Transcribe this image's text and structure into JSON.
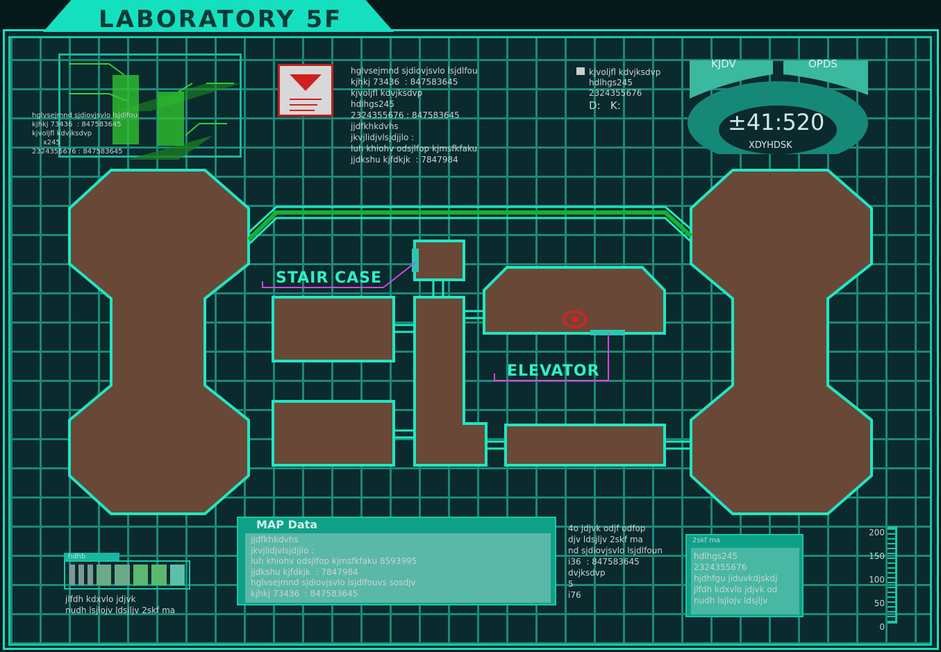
{
  "title": "LABORATORY 5F",
  "labels": {
    "stair": "STAIR CASE",
    "elevator": "ELEVATOR"
  },
  "chart_panel": {
    "lines": [
      "hglvsejmnd sjdiovjsvlo lsjdlfou",
      "kjhkj 73436  : 847583645",
      "kjvoljfl kdvjksdvp",
      "     x245",
      "2324355676 : 847583645"
    ]
  },
  "info_top": [
    "hglvsejmnd sjdiovjsvlo lsjdlfou",
    "kjhkj 73436  : 847583645",
    "kjvoljfl kdvjksdvp",
    "hdlhgs245",
    "2324355676 : 847583645",
    "jjdfkhkdvhs",
    "jkvjlidjvlsjdjjlo :",
    "luh khiohv odsjlfop kjmsfkfaku",
    "jjdkshu kjfdkjk  : 7847984"
  ],
  "info_right": [
    "kjvoljfl kdvjksdvp",
    "hdlhgs245",
    "2324355676",
    "D:   K:"
  ],
  "timer": {
    "left": "KJDV",
    "right": "OPDS",
    "value": "41:520",
    "sub": "XDYHDSK"
  },
  "map_data": {
    "title": "MAP Data",
    "lines": [
      "jjdfkhkdvhs",
      "jkvjlidjvlsjdjjlo :",
      "luh khiohv odsjlfop kjmsfkfaku 8593995",
      "jjdkshu kjfdkjk  : 7847984",
      "hglvsejmnd sjdiovjsvlo lsjdlfouvs sosdjv",
      "kjhkj 73436  : 847583645"
    ]
  },
  "info_bottom": [
    "4o jdjvk odjf odfop",
    "djv ldsjljv 2skf ma",
    "nd sjdiovjsvlo lsjdlfoun",
    "i36  : 847583645",
    "dvjksdvp",
    "5",
    "i76"
  ],
  "small_box": {
    "title": "2skf ma",
    "lines": [
      "hdlhgs245",
      "2324355676",
      "hjdhfgu jiduvkdjskdj",
      "jlfdh kdxvlo jdjvk od",
      "nudh lsjlojv ldsjljv"
    ]
  },
  "hdhb": {
    "title": "hdhb",
    "lines": [
      "jlfdh kdxvlo jdjvk",
      "nudh lsjlojv ldsjljv 2skf ma"
    ],
    "level": 8
  },
  "scale": {
    "ticks": [
      "200",
      "150",
      "100",
      "50",
      "0"
    ]
  },
  "colors": {
    "accent": "#18e0c0",
    "room": "#6a4838",
    "marker": "#e02020",
    "callout": "#e040e0"
  }
}
